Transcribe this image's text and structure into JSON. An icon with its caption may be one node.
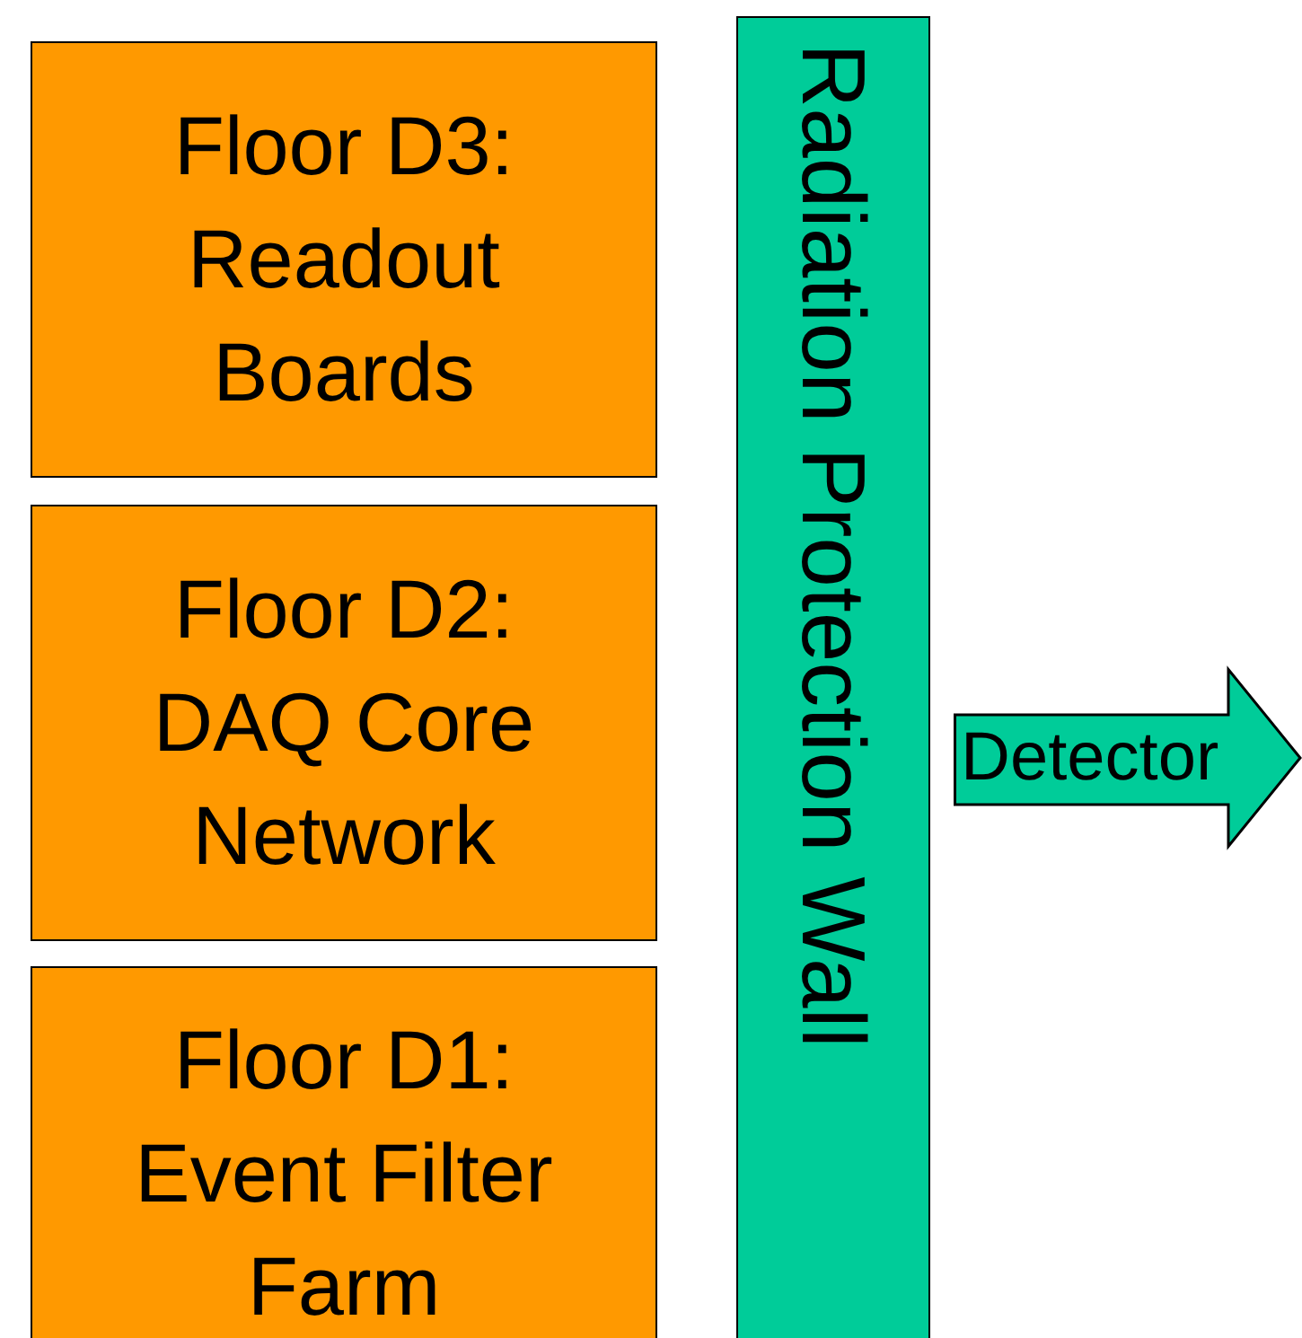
{
  "diagram": {
    "nodes": [
      {
        "text": [
          "Floor D3: Readout Boards"
        ]
      },
      {
        "text": [
          "Floor D2: DAQ Core Network"
        ]
      },
      {
        "text": [
          "Floor D1: Event Filter Farm"
        ]
      },
      {
        "text": [
          "Radiation Protection Wall"
        ]
      },
      {
        "text": [
          "Detector"
        ]
      }
    ]
  }
}
